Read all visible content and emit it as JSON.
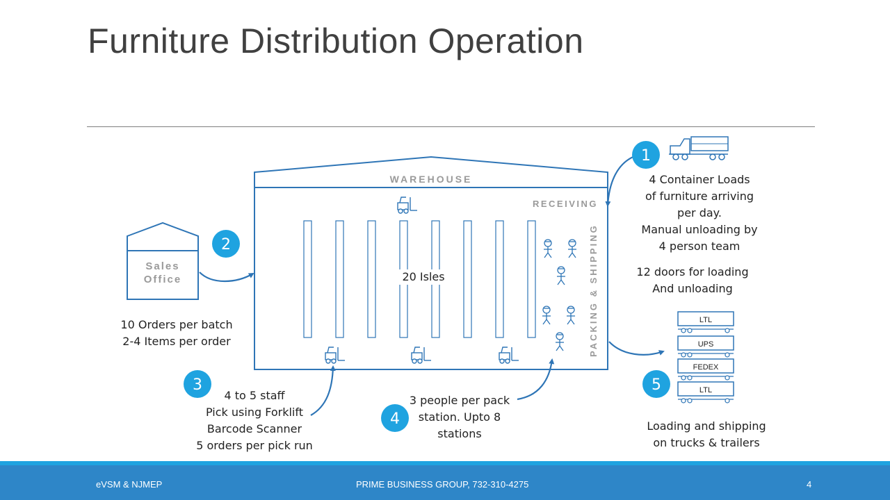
{
  "title": "Furniture Distribution Operation",
  "colors": {
    "accent": "#1fa3e0",
    "line": "#2e75b6",
    "footer": "#2e86c8",
    "label_gray": "#9a9a9a"
  },
  "warehouse": {
    "label": "WAREHOUSE",
    "receiving": "RECEIVING",
    "packing": "PACKING & SHIPPING",
    "isles": "20 Isles"
  },
  "sales_office": {
    "line1": "Sales",
    "line2": "Office"
  },
  "steps": [
    {
      "num": "1",
      "lines": [
        "4 Container Loads",
        "of furniture arriving",
        "per day.",
        "Manual unloading by",
        "4 person team"
      ],
      "extra": [
        "12 doors for loading",
        "And unloading"
      ]
    },
    {
      "num": "2",
      "lines": [
        "10 Orders per batch",
        "2-4 Items per order"
      ]
    },
    {
      "num": "3",
      "lines": [
        "4 to 5 staff",
        "Pick using Forklift",
        "Barcode Scanner",
        "5 orders per pick run"
      ]
    },
    {
      "num": "4",
      "lines": [
        "3 people per pack",
        "station. Upto 8",
        "stations"
      ]
    },
    {
      "num": "5",
      "lines": [
        "Loading and shipping",
        "on trucks & trailers"
      ]
    }
  ],
  "trailers": [
    "LTL",
    "UPS",
    "FEDEX",
    "LTL"
  ],
  "footer": {
    "left": "eVSM & NJMEP",
    "center": "PRIME BUSINESS GROUP, 732-310-4275",
    "page": "4"
  }
}
